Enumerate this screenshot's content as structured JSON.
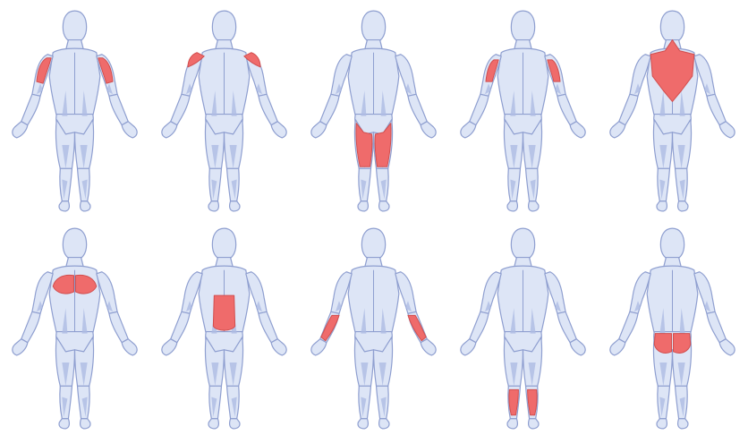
{
  "colors": {
    "body_fill": "#dde5f6",
    "body_shade": "#aebce3",
    "outline": "#8f9fd0",
    "highlight": "#ef6b6b",
    "highlight_stroke": "#d24f4f",
    "background": "#ffffff"
  },
  "figures": [
    {
      "id": "biceps",
      "view": "front",
      "highlight": "biceps"
    },
    {
      "id": "shoulders",
      "view": "front",
      "highlight": "shoulders"
    },
    {
      "id": "quadriceps",
      "view": "front",
      "highlight": "quads"
    },
    {
      "id": "triceps",
      "view": "back",
      "highlight": "triceps"
    },
    {
      "id": "trapezius-upper-back",
      "view": "back",
      "highlight": "traps"
    },
    {
      "id": "chest",
      "view": "front",
      "highlight": "chest"
    },
    {
      "id": "abdominals",
      "view": "front",
      "highlight": "abs"
    },
    {
      "id": "forearms",
      "view": "front",
      "highlight": "forearms"
    },
    {
      "id": "calves",
      "view": "back",
      "highlight": "calves"
    },
    {
      "id": "glutes",
      "view": "back",
      "highlight": "glutes"
    }
  ]
}
